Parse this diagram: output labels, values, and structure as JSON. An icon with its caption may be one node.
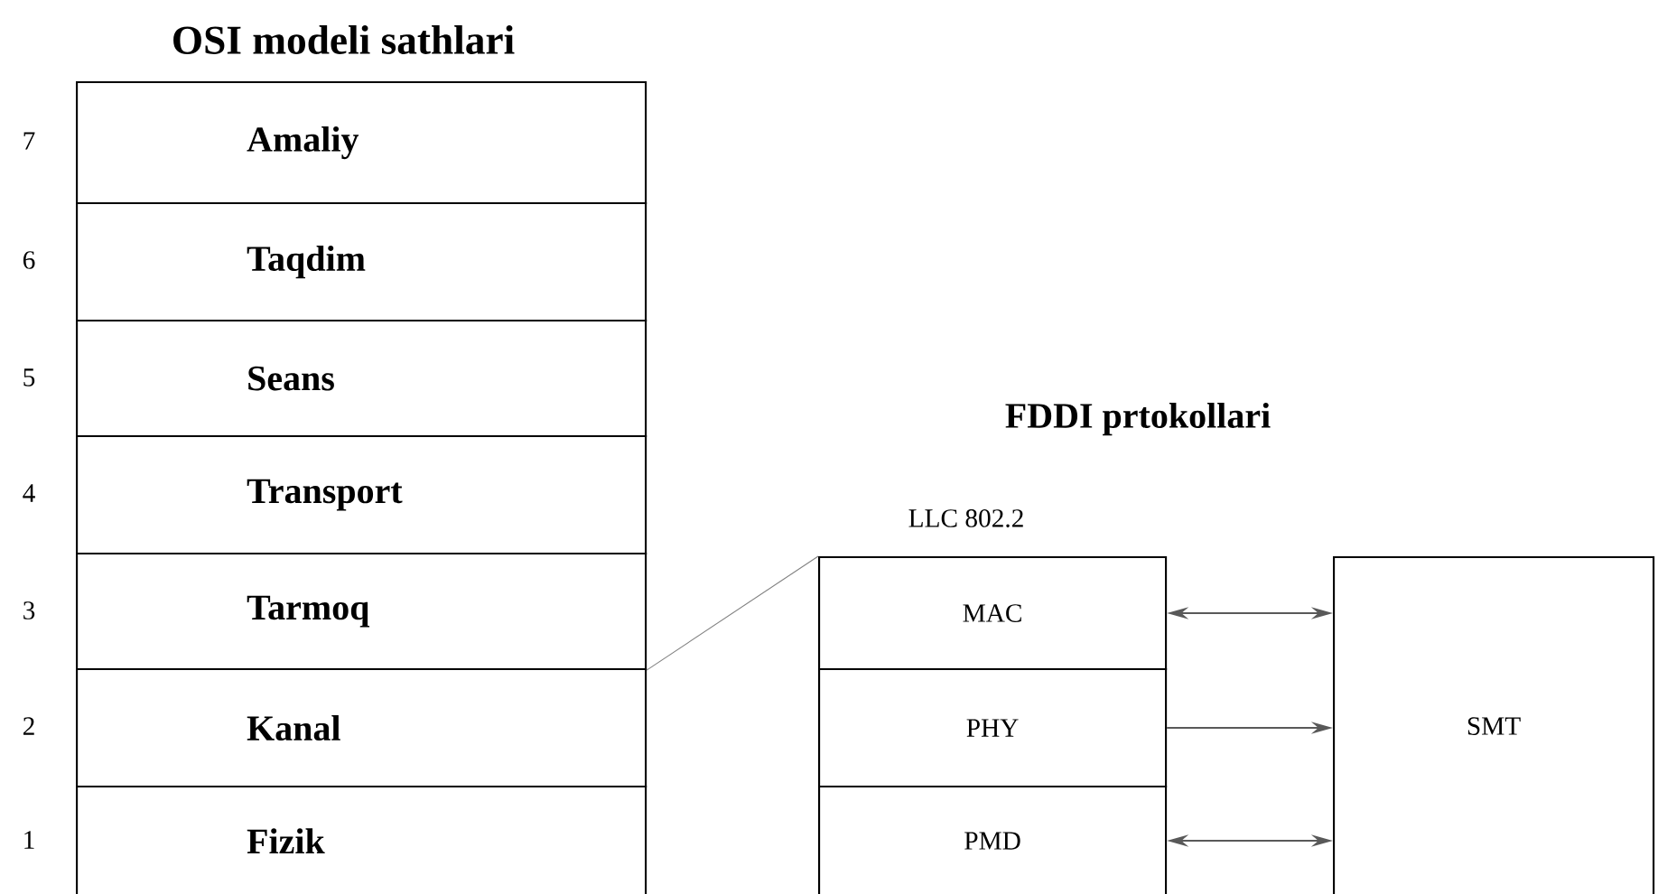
{
  "diagram": {
    "nodes": [
      {
        "text": [
          "Amaliy"
        ],
        "beside": [
          "7"
        ]
      },
      {
        "text": [
          "Taqdim"
        ],
        "beside": [
          "6"
        ]
      },
      {
        "text": [
          "Seans"
        ],
        "beside": [
          "5"
        ]
      },
      {
        "text": [
          "Transport"
        ],
        "beside": [
          "4"
        ]
      },
      {
        "text": [
          "Tarmoq"
        ],
        "beside": [
          "3"
        ]
      },
      {
        "text": [
          "Kanal"
        ],
        "beside": [
          "2"
        ]
      },
      {
        "text": [
          "Fizik"
        ],
        "beside": [
          "1"
        ]
      },
      {
        "text": [
          "MAC"
        ]
      },
      {
        "text": [
          "PHY"
        ]
      },
      {
        "text": [
          "PMD"
        ]
      },
      {
        "text": [
          "SMT"
        ]
      }
    ],
    "edges": [
      {
        "from": 4,
        "to": 7,
        "arrow": "none"
      },
      {
        "from": 7,
        "to": 10,
        "arrow": "both"
      },
      {
        "from": 8,
        "to": 10,
        "arrow": "to"
      },
      {
        "from": 9,
        "to": 10,
        "arrow": "both"
      }
    ],
    "labels": [
      "OSI modeli sathlari",
      "FDDI prtokollari",
      "LLC 802.2"
    ]
  }
}
